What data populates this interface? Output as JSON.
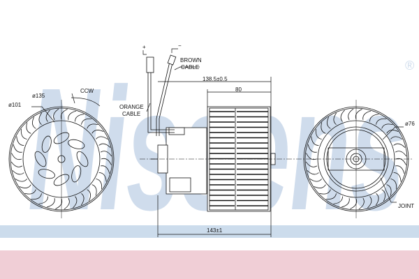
{
  "watermark": {
    "brand": "Nissens",
    "registered": "®"
  },
  "colors": {
    "watermark": "#cfdcec",
    "band_blue": "#ccdcec",
    "band_pink": "#f0ced6",
    "line": "#111111"
  },
  "labels": {
    "plus": "+",
    "minus": "−",
    "brown_cable_1": "BROWN",
    "brown_cable_2": "CABLE",
    "orange_cable_1": "ORANGE",
    "orange_cable_2": "CABLE",
    "rotation": "CCW",
    "joint": "JOINT"
  },
  "dimensions": {
    "outer_diameter": "ø135",
    "inner_diameter": "ø101",
    "motor_diameter": "ø76",
    "total_length": "138.5±0.5",
    "wheel_width": "80",
    "overall_length": "143±1"
  }
}
